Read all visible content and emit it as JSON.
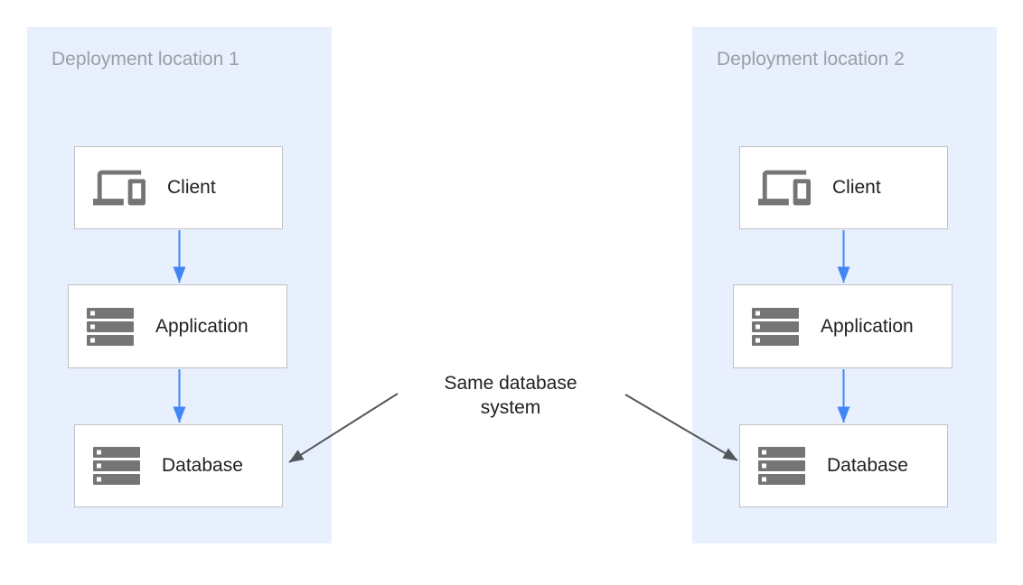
{
  "colors": {
    "zone-bg": "#e8f0fe",
    "zone-label": "#9aa0a6",
    "box-bg": "#ffffff",
    "box-border": "#bdc1c6",
    "icon": "#757575",
    "text": "#212121",
    "arrow-blue": "#4285f4",
    "arrow-dark": "#54575a"
  },
  "containers": [
    {
      "label": "Deployment location 1",
      "nodes": [
        {
          "label": "Client",
          "icon": "devices-icon"
        },
        {
          "label": "Application",
          "icon": "server-stack-icon"
        },
        {
          "label": "Database",
          "icon": "server-stack-icon"
        }
      ]
    },
    {
      "label": "Deployment location 2",
      "nodes": [
        {
          "label": "Client",
          "icon": "devices-icon"
        },
        {
          "label": "Application",
          "icon": "server-stack-icon"
        },
        {
          "label": "Database",
          "icon": "server-stack-icon"
        }
      ]
    }
  ],
  "annotation": {
    "lines": [
      "Same database",
      "system"
    ]
  }
}
